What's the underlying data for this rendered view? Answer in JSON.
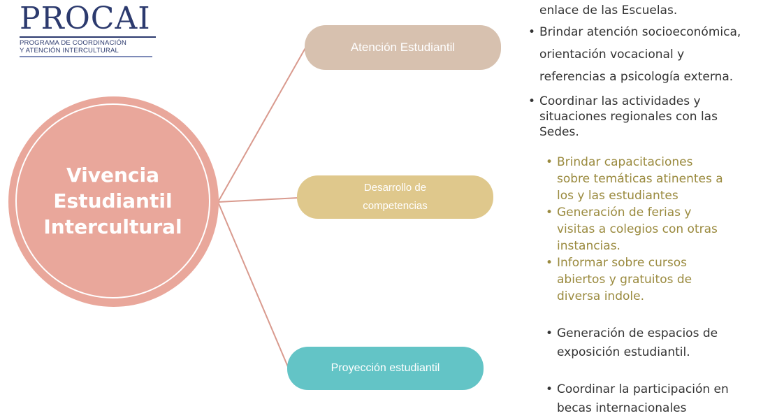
{
  "logo": {
    "title": "PROCAI",
    "subtitle_line1": "PROGRAMA DE COORDINACIÓN",
    "subtitle_line2": "Y ATENCIÓN INTERCULTURAL"
  },
  "center": {
    "label": "Vivencia\nEstudiantil\nIntercultural",
    "color": "#e9a79b"
  },
  "branches": [
    {
      "label": "Atención Estudiantil",
      "color": "#d7c1af"
    },
    {
      "label": "Desarrollo de\ncompetencias",
      "color": "#dfc88c"
    },
    {
      "label": "Proyección estudiantil",
      "color": "#63c4c6"
    }
  ],
  "connector_color": "#d99a8e",
  "atencion_items": {
    "continuation": "enlace de las Escuelas.",
    "item1": "Brindar atención socioeconómica,\norientación vocacional y\nreferencias a psicología externa.",
    "item2": "Coordinar las actividades y\nsituaciones  regionales con las\nSedes."
  },
  "desarrollo_items": {
    "item1": "Brindar capacitaciones\nsobre temáticas atinentes a\nlos y las estudiantes",
    "item2": "Generación de ferias y\nvisitas a colegios con otras\ninstancias.",
    "item3": "Informar sobre cursos\nabiertos y gratuitos de\ndiversa indole."
  },
  "proyeccion_items": {
    "item1": "Generación de espacios de\nexposición estudiantil.",
    "item2": "Coordinar la participación en\nbecas internacionales"
  }
}
